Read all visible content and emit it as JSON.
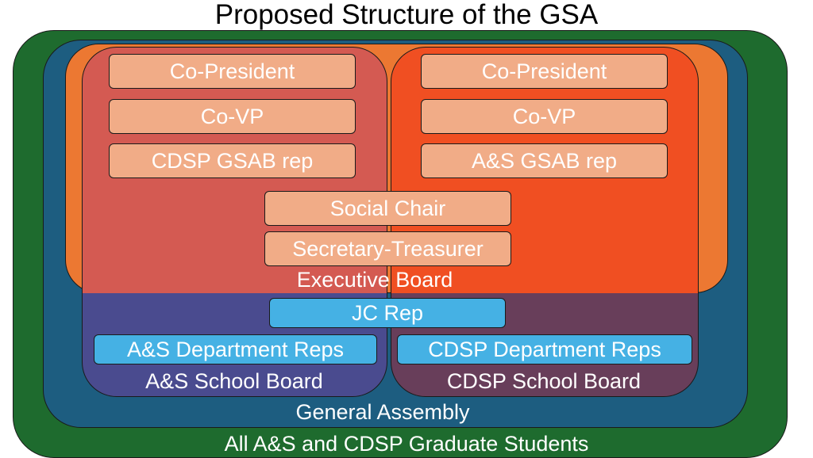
{
  "title": "Proposed Structure of the GSA",
  "regions": {
    "students": "All A&S and CDSP Graduate Students",
    "general_assembly": "General Assembly",
    "executive_board": "Executive Board",
    "as_school_board": "A&S School Board",
    "cdsp_school_board": "CDSP School Board"
  },
  "as_roles": [
    "Co-President",
    "Co-VP",
    "CDSP GSAB rep"
  ],
  "cdsp_roles": [
    "Co-President",
    "Co-VP",
    "A&S GSAB rep"
  ],
  "shared_roles": [
    "Social Chair",
    "Secretary-Treasurer"
  ],
  "jc_rep": "JC Rep",
  "department_reps": {
    "as": "A&S Department Reps",
    "cdsp": "CDSP Department Reps"
  },
  "colors": {
    "students": "#1e6b2e",
    "general_assembly": "#1d5d80",
    "executive_board": "#ec7832",
    "as_exec": "#d45a52",
    "cdsp_exec": "#f04f22",
    "as_board": "#4a4b8f",
    "cdsp_board": "#683e5a",
    "role_box": "#f1ac87",
    "rep_box": "#45b1e4"
  }
}
